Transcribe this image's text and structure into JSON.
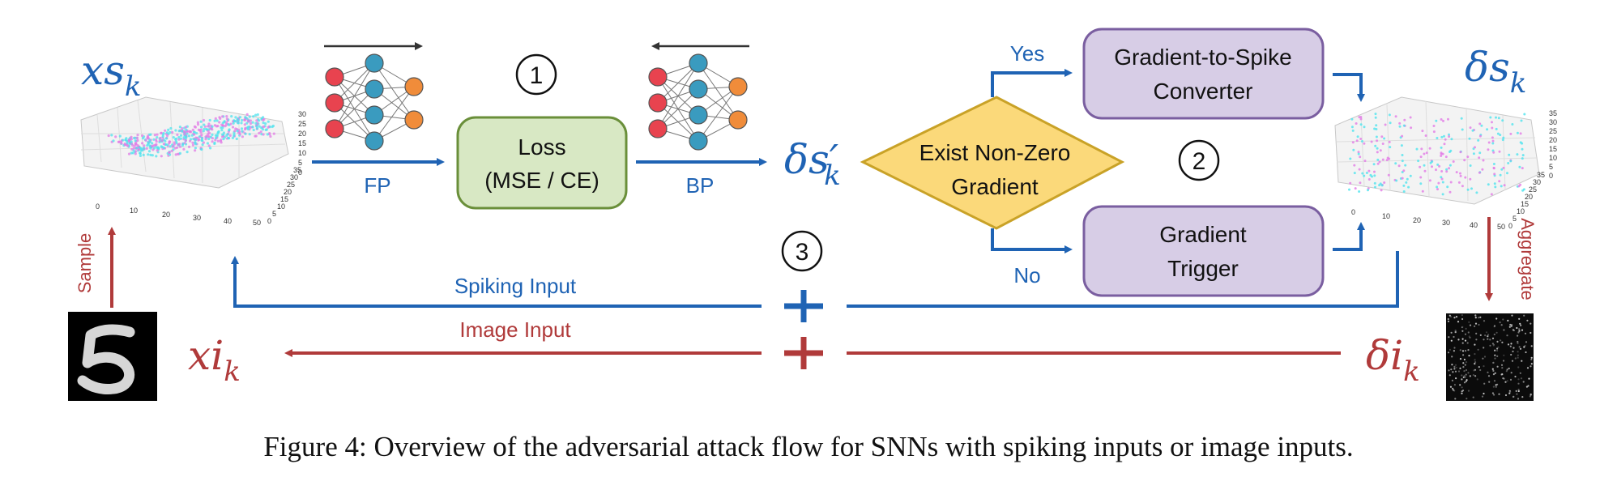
{
  "symbols": {
    "xs_k": "xs",
    "xs_k_sub": "k",
    "delta_s_prime": "δs′",
    "delta_s_prime_sub": "k",
    "delta_s_k": "δs",
    "delta_s_k_sub": "k",
    "xi_k": "xi",
    "xi_k_sub": "k",
    "delta_i_k": "δi",
    "delta_i_k_sub": "k"
  },
  "arrows": {
    "fp": "FP",
    "bp": "BP",
    "yes": "Yes",
    "no": "No",
    "sample": "Sample",
    "aggregate": "Aggregate",
    "spiking_input": "Spiking Input",
    "image_input": "Image Input"
  },
  "boxes": {
    "loss_line1": "Loss",
    "loss_line2": "(MSE / CE)",
    "decision_line1": "Exist Non-Zero",
    "decision_line2": "Gradient",
    "converter_line1": "Gradient-to-Spike",
    "converter_line2": "Converter",
    "trigger_line1": "Gradient",
    "trigger_line2": "Trigger"
  },
  "steps": {
    "step1": "1",
    "step2": "2",
    "step3": "3"
  },
  "plot_ticks": {
    "left_x": [
      "0",
      "10",
      "20",
      "30",
      "40",
      "50"
    ],
    "left_y": [
      "0",
      "5",
      "10",
      "15",
      "20",
      "25",
      "30",
      "35"
    ],
    "left_z": [
      "0",
      "5",
      "10",
      "15",
      "20",
      "25",
      "30"
    ],
    "right_x": [
      "0",
      "10",
      "20",
      "30",
      "40",
      "50"
    ],
    "right_y": [
      "0",
      "5",
      "10",
      "15",
      "20",
      "25",
      "30",
      "35"
    ],
    "right_z": [
      "0",
      "5",
      "10",
      "15",
      "20",
      "25",
      "30",
      "35"
    ]
  },
  "caption": "Figure 4: Overview of the adversarial attack flow for SNNs with spiking inputs or image inputs.",
  "colors": {
    "blue": "#1f63b4",
    "red": "#b03a3a",
    "loss_fill": "#d8e8c4",
    "loss_stroke": "#6a8f3a",
    "decision_fill": "#fbd97a",
    "decision_stroke": "#c9a227",
    "purple_fill": "#d7cde6",
    "purple_stroke": "#7a5ea0",
    "neuron_red": "#e8434f",
    "neuron_teal": "#3a9bbf",
    "neuron_orange": "#f08c3a",
    "spike_cyan": "#4fe3ee",
    "spike_magenta": "#e27ce6"
  }
}
